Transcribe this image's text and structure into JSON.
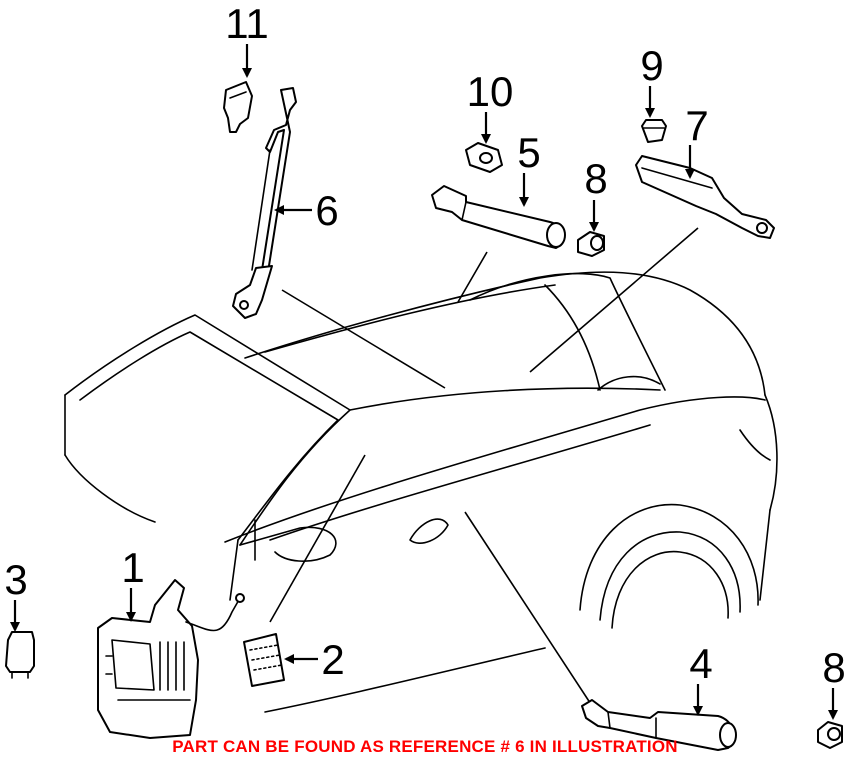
{
  "diagram": {
    "callouts": {
      "c1": "1",
      "c2": "2",
      "c3": "3",
      "c4": "4",
      "c5": "5",
      "c6": "6",
      "c7": "7",
      "c8a": "8",
      "c8b": "8",
      "c9": "9",
      "c10": "10",
      "c11": "11"
    },
    "footnote": "PART CAN BE FOUND AS REFERENCE # 6 IN ILLUSTRATION",
    "colors": {
      "line": "#000000",
      "background": "#ffffff",
      "footnote": "#ff0000"
    }
  }
}
